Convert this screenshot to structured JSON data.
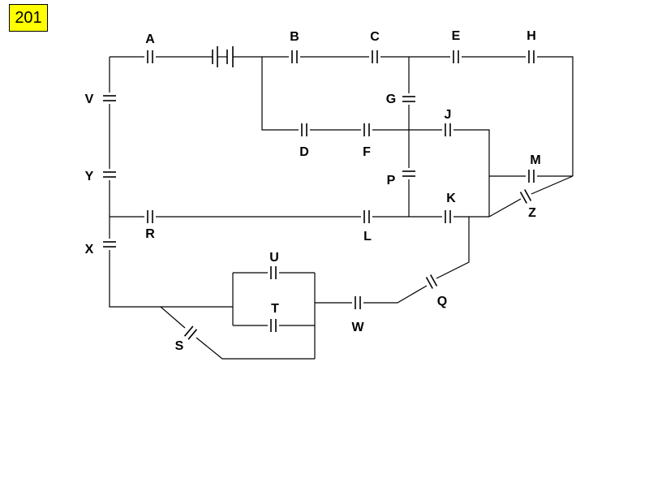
{
  "badge": "201",
  "labels": {
    "A": "A",
    "B": "B",
    "C": "C",
    "D": "D",
    "E": "E",
    "F": "F",
    "G": "G",
    "H": "H",
    "J": "J",
    "K": "K",
    "L": "L",
    "M": "M",
    "P": "P",
    "Q": "Q",
    "R": "R",
    "S": "S",
    "T": "T",
    "U": "U",
    "V": "V",
    "W": "W",
    "X": "X",
    "Y": "Y",
    "Z": "Z"
  },
  "colors": {
    "badge_background": "#ffff00",
    "line": "#000000"
  }
}
